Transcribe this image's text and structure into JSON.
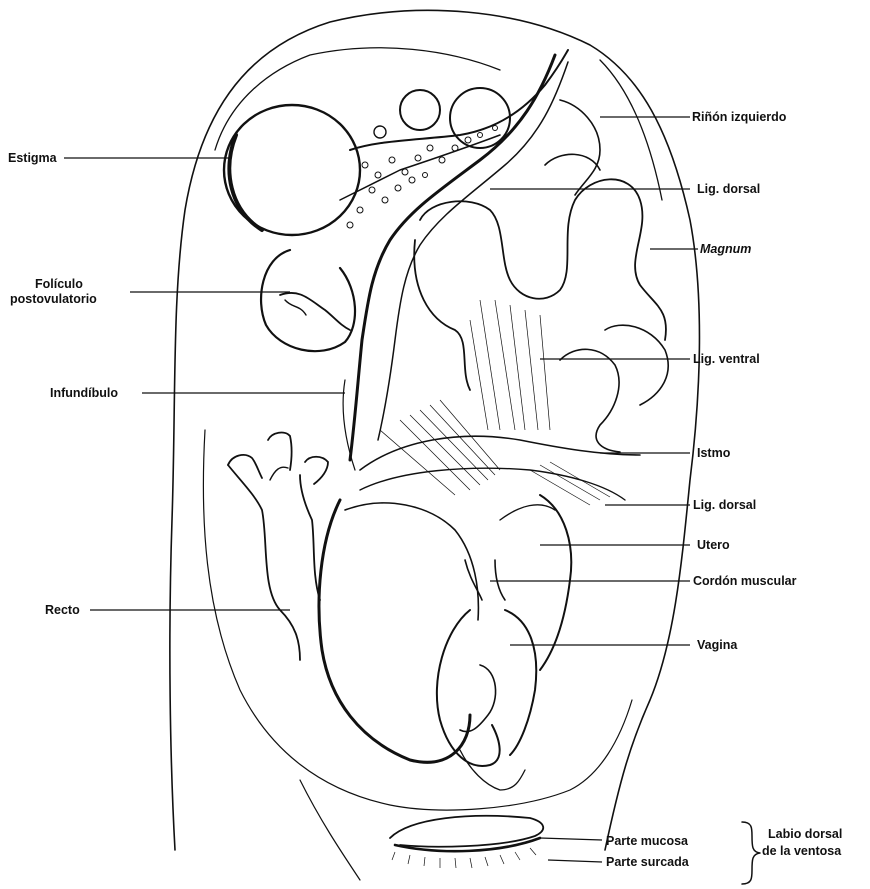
{
  "labels": {
    "rinon_izquierdo": "Riñón izquierdo",
    "lig_dorsal_top": "Lig. dorsal",
    "magnum": "Magnum",
    "lig_ventral": "Lig. ventral",
    "istmo": "Istmo",
    "lig_dorsal_bottom": "Lig. dorsal",
    "utero": "Utero",
    "cordon_muscular": "Cordón muscular",
    "vagina": "Vagina",
    "estigma": "Estigma",
    "foliculo_line1": "Folículo",
    "foliculo_line2": "postovulatorio",
    "infundibulo": "Infundíbulo",
    "recto": "Recto",
    "parte_mucosa": "Parte mucosa",
    "parte_surcada": "Parte surcada",
    "labio_line1": "Labio dorsal",
    "labio_line2": "de la ventosa"
  }
}
